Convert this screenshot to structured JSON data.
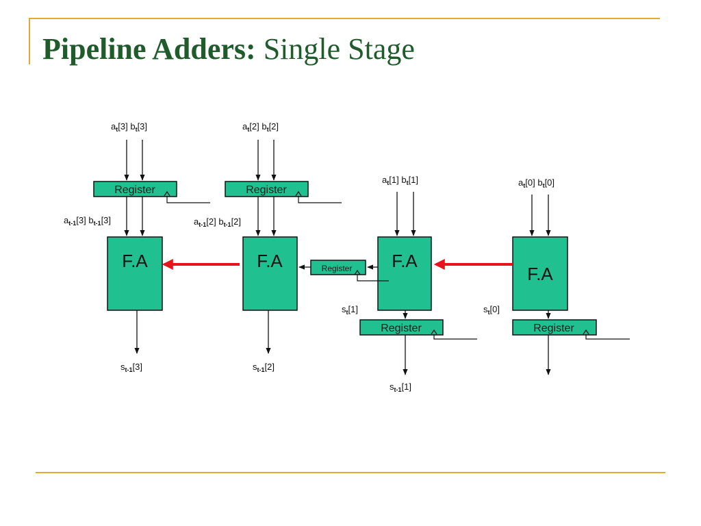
{
  "title": {
    "bold": "Pipeline Adders:",
    "regular": "Single Stage"
  },
  "diagram": {
    "fa_label": "F.A",
    "register_label": "Register",
    "inputs": [
      {
        "a": "a",
        "a_sub": "t",
        "a_idx": "[3]",
        "b": "b",
        "b_sub": "t",
        "b_idx": "[3]"
      },
      {
        "a": "a",
        "a_sub": "t",
        "a_idx": "[2]",
        "b": "b",
        "b_sub": "t",
        "b_idx": "[2]"
      },
      {
        "a": "a",
        "a_sub": "t",
        "a_idx": "[1]",
        "b": "b",
        "b_sub": "t",
        "b_idx": "[1]"
      },
      {
        "a": "a",
        "a_sub": "t",
        "a_idx": "[0]",
        "b": "b",
        "b_sub": "t",
        "b_idx": "[0]"
      }
    ],
    "registered_inputs": [
      {
        "a": "a",
        "a_sub": "t-1",
        "a_idx": "[3]",
        "b": "b",
        "b_sub": "t-1",
        "b_idx": "[3]"
      },
      {
        "a": "a",
        "a_sub": "t-1",
        "a_idx": "[2]",
        "b": "b",
        "b_sub": "t-1",
        "b_idx": "[2]"
      }
    ],
    "stage_sums": [
      {
        "s": "s",
        "sub": "t",
        "idx": "[1]"
      },
      {
        "s": "s",
        "sub": "t",
        "idx": "[0]"
      }
    ],
    "outputs": [
      {
        "s": "s",
        "sub": "t-1",
        "idx": "[3]"
      },
      {
        "s": "s",
        "sub": "t-1",
        "idx": "[2]"
      },
      {
        "s": "s",
        "sub": "t-1",
        "idx": "[1]"
      }
    ],
    "colors": {
      "block_fill": "#20c090",
      "carry_arrow": "#e8141b",
      "wire": "#111111"
    }
  }
}
